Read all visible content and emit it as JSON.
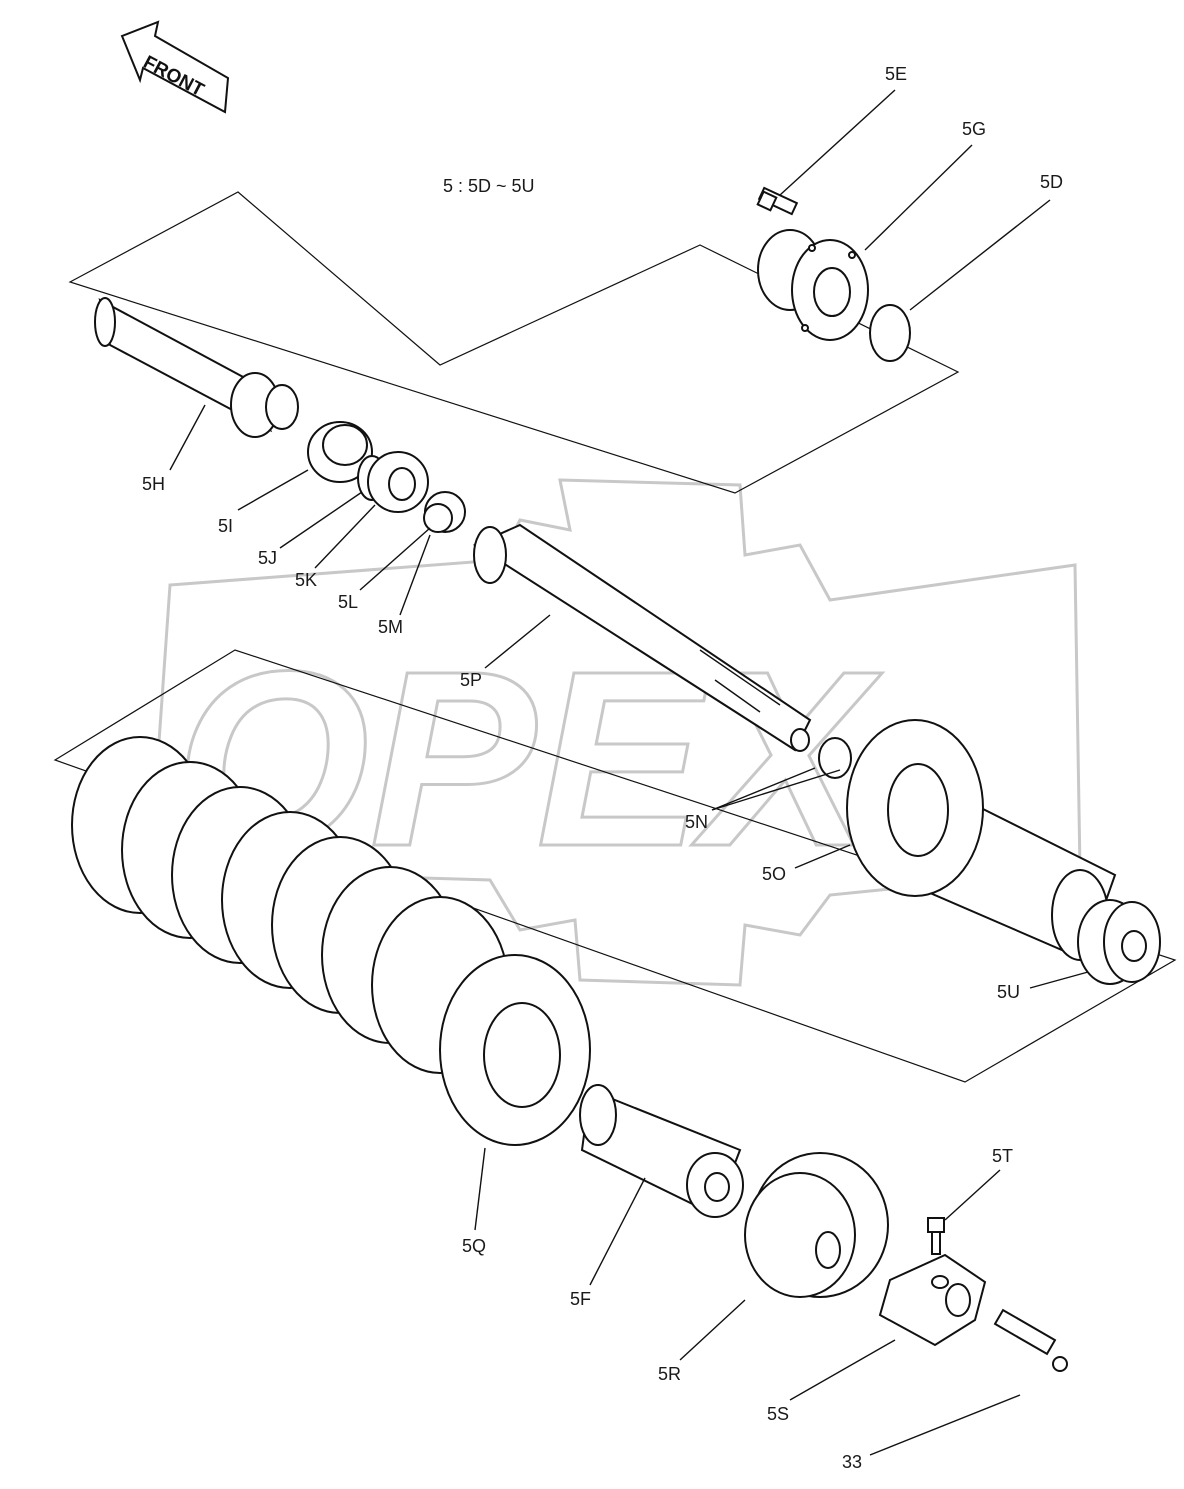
{
  "front_arrow": {
    "label": "FRONT"
  },
  "assembly_note": "5 : 5D ~ 5U",
  "watermark": "OPEX",
  "parts": {
    "5D": "5D",
    "5E": "5E",
    "5F": "5F",
    "5G": "5G",
    "5H": "5H",
    "5I": "5I",
    "5J": "5J",
    "5K": "5K",
    "5L": "5L",
    "5M": "5M",
    "5N": "5N",
    "5O": "5O",
    "5P": "5P",
    "5Q": "5Q",
    "5R": "5R",
    "5S": "5S",
    "5T": "5T",
    "5U": "5U",
    "33": "33"
  },
  "icons": [
    "front-arrow-icon",
    "watermark-gear-icon"
  ]
}
